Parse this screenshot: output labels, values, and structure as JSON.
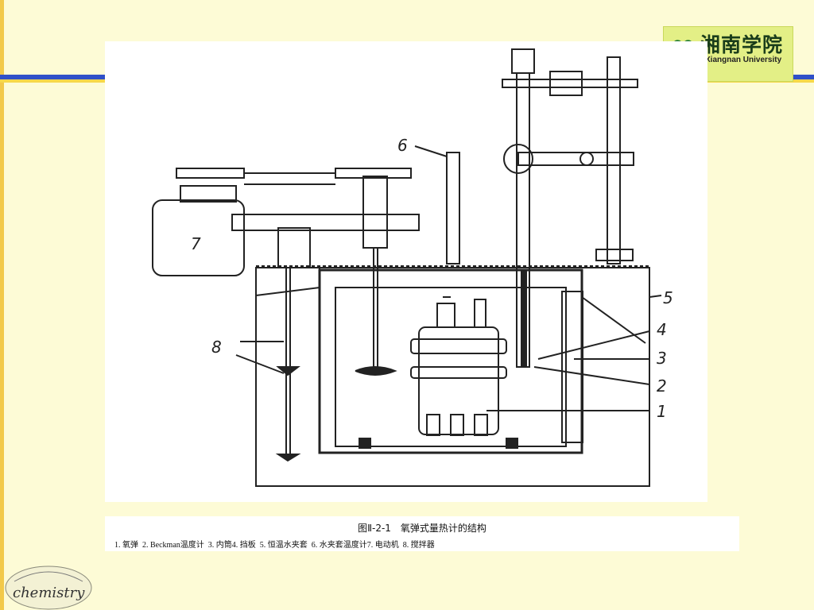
{
  "logo": {
    "name_cn": "湘南学院",
    "name_en": "Xiangnan University"
  },
  "figure": {
    "part_numbers": [
      "1",
      "2",
      "3",
      "4",
      "5",
      "6",
      "7",
      "8"
    ]
  },
  "caption": {
    "title": "图Ⅱ-2-1　氧弹式量热计的结构",
    "legend": "1. 氧弹  2. Beckman温度计  3. 内筒4. 挡板  5. 恒温水夹套  6. 水夹套温度计7. 电动机  8. 搅拌器"
  },
  "corner_logo": {
    "text": "chemistry"
  },
  "colors": {
    "background": "#fdfbd6",
    "accent_blue": "#3050c8",
    "accent_yellow": "#f6d84a",
    "logo_green": "#e3ef86"
  }
}
